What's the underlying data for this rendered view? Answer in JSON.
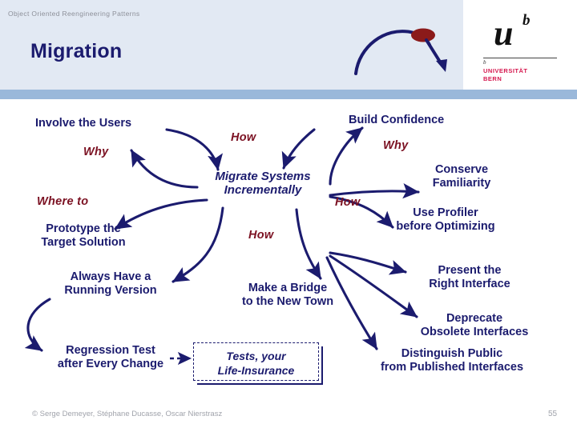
{
  "header": {
    "kicker": "Object Oriented Reengineering Patterns",
    "title": "Migration",
    "band_color": "#9ab8da",
    "bg_color": "#e2e9f3"
  },
  "logo": {
    "mark_u": "u",
    "mark_b": "b",
    "tiny_b": "b",
    "line1": "UNIVERSITÄT",
    "line2": "BERN",
    "color": "#d5174e"
  },
  "decoration": {
    "arc_arrow_name": "header-swoosh-arrow",
    "dot_color": "#8b1a1a",
    "arc_color": "#1b1b6e"
  },
  "diagram": {
    "node_color": "#1b1b6e",
    "annotation_color": "#7b1122",
    "center": {
      "label": "Migrate Systems\nIncrementally"
    },
    "nodes": [
      {
        "id": "involve-the-users",
        "label": "Involve the Users"
      },
      {
        "id": "build-confidence",
        "label": "Build Confidence"
      },
      {
        "id": "conserve-familiarity",
        "label": "Conserve\nFamiliarity"
      },
      {
        "id": "use-profiler",
        "label": "Use Profiler\nbefore Optimizing"
      },
      {
        "id": "prototype-target-solution",
        "label": "Prototype the\nTarget Solution"
      },
      {
        "id": "always-running-version",
        "label": "Always Have a\nRunning Version"
      },
      {
        "id": "make-a-bridge",
        "label": "Make a Bridge\nto the New Town"
      },
      {
        "id": "present-right-interface",
        "label": "Present the\nRight Interface"
      },
      {
        "id": "deprecate-obsolete",
        "label": "Deprecate\nObsolete Interfaces"
      },
      {
        "id": "distinguish-public",
        "label": "Distinguish Public\nfrom Published Interfaces"
      },
      {
        "id": "regression-test",
        "label": "Regression Test\nafter Every Change"
      }
    ],
    "annotations": [
      {
        "id": "why-involve",
        "label": "Why"
      },
      {
        "id": "how-top",
        "label": "How"
      },
      {
        "id": "why-confidence",
        "label": "Why"
      },
      {
        "id": "where-to",
        "label": "Where to"
      },
      {
        "id": "how-right",
        "label": "How"
      },
      {
        "id": "how-bottom",
        "label": "How"
      }
    ],
    "tests_box": {
      "label": "Tests, your\nLife-Insurance"
    }
  },
  "footer": {
    "copyright": "© Serge Demeyer, Stéphane Ducasse, Oscar Nierstrasz",
    "page": "55"
  }
}
